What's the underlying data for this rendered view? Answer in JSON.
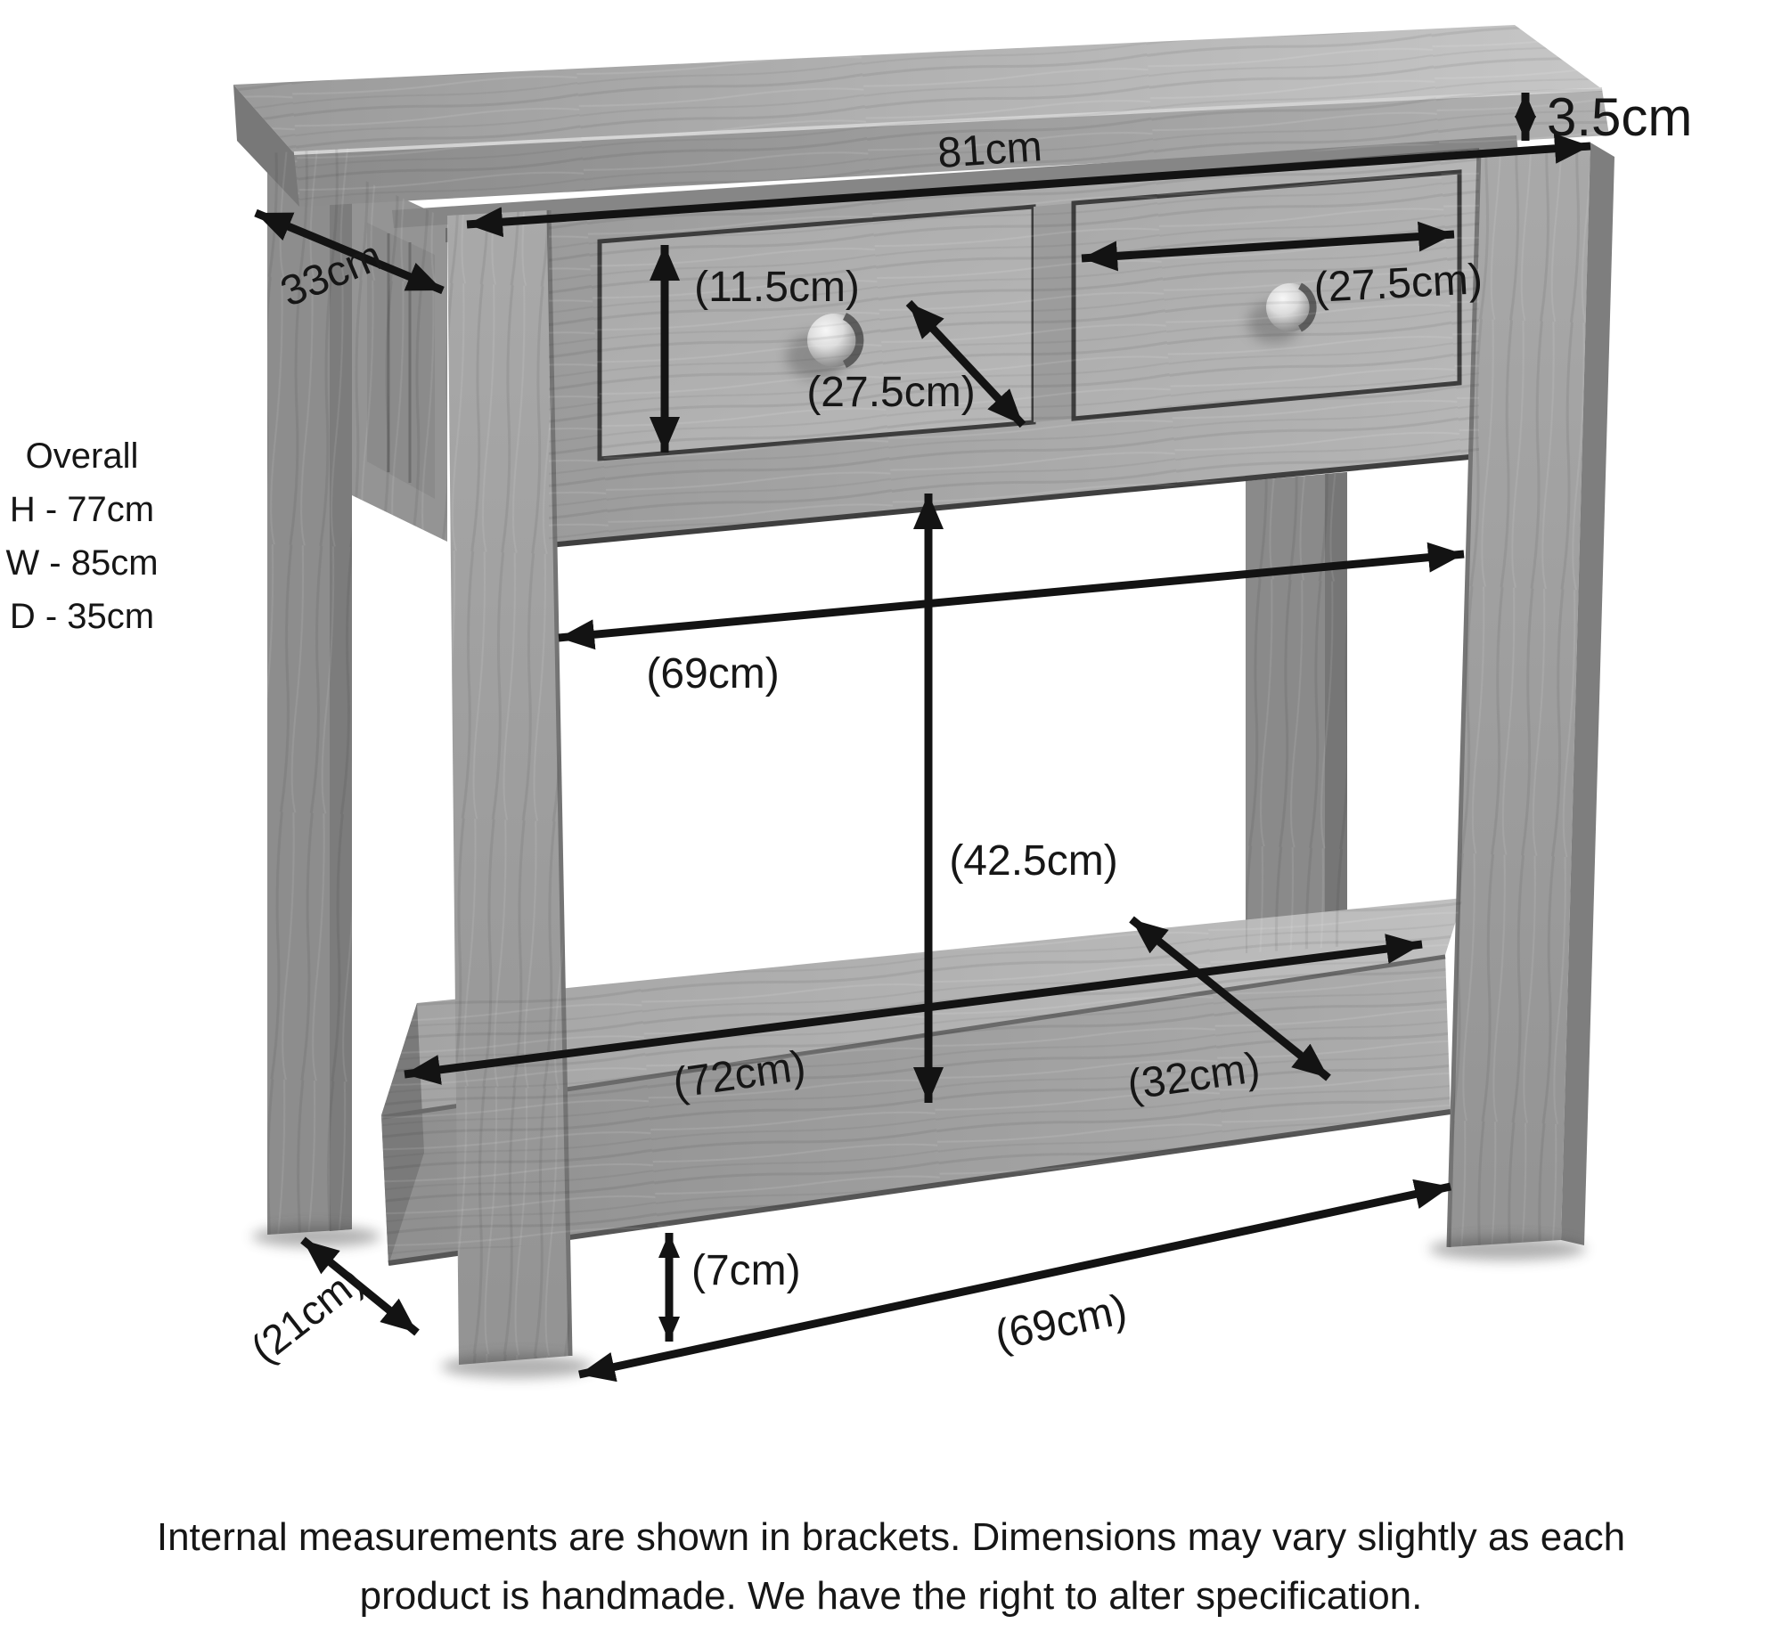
{
  "diagram": {
    "kind": "furniture-dimension-diagram",
    "subject": "two-drawer oak console table with lower shelf, grayscale product photo annotated with dimension arrows"
  },
  "overall_box": {
    "title": "Overall",
    "lines": [
      "H - 77cm",
      "W - 85cm",
      "D - 35cm"
    ]
  },
  "labels": {
    "top_thickness": "3.5cm",
    "top_width": "81cm",
    "side_depth": "33cm",
    "drawer_internal_height": "(11.5cm)",
    "drawer_internal_width_left": "(27.5cm)",
    "drawer_internal_width_right": "(27.5cm)",
    "inner_width": "(69cm)",
    "under_drawer_height": "(42.5cm)",
    "shelf_length": "(72cm)",
    "shelf_depth": "(32cm)",
    "floor_clearance": "(7cm)",
    "bottom_inner_width": "(69cm)",
    "leg_foot_depth": "(21cm)"
  },
  "footer": {
    "line1": "Internal measurements are shown in brackets. Dimensions may vary slightly as each",
    "line2": "product is handmade. We have the right to alter specification."
  },
  "colors": {
    "arrow": "#131313",
    "text": "#161616",
    "wood_light": "#c3c3c3",
    "wood_mid": "#a6a6a6",
    "wood_dark": "#8a8a8a",
    "wood_shadow": "#4a4a4a",
    "knob_highlight": "#f4f4f4",
    "background": "#ffffff"
  }
}
